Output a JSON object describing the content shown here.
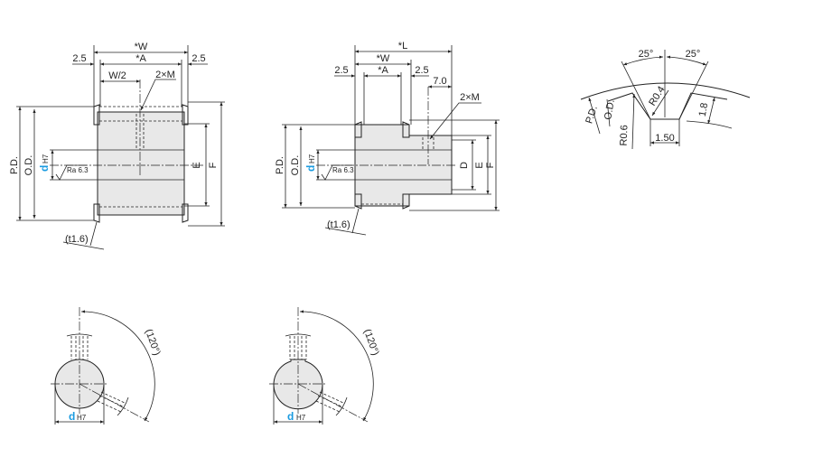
{
  "view_front_a": {
    "W": "*W",
    "A": "*A",
    "left_25": "2.5",
    "right_25": "2.5",
    "W2": "W/2",
    "M": "2×M",
    "PD": "P.D.",
    "OD": "O.D.",
    "d": "d",
    "H7": "H7",
    "Ra": "Ra 6.3",
    "E": "E",
    "F": "F",
    "t": "(t1.6)"
  },
  "view_front_b": {
    "L": "*L",
    "W": "*W",
    "A": "*A",
    "left_25": "2.5",
    "right_25": "2.5",
    "d70": "7.0",
    "M": "2×M",
    "PD": "P.D.",
    "OD": "O.D.",
    "d": "d",
    "H7": "H7",
    "Ra": "Ra 6.3",
    "D": "D",
    "E": "E",
    "F": "F",
    "t": "(t1.6)"
  },
  "tooth_profile": {
    "ang_left": "25°",
    "ang_right": "25°",
    "PD": "P.D.",
    "OD": "O.D.",
    "R04": "R0.4",
    "R06": "R0.6",
    "w150": "1.50",
    "h18": "1.8"
  },
  "side_a": {
    "angle": "(120°)",
    "d": "d",
    "H7": "H7"
  },
  "side_b": {
    "angle": "(120°)",
    "d": "d",
    "H7": "H7"
  },
  "colors": {
    "accent": "#1a9be0",
    "body": "#e8e8e8"
  }
}
